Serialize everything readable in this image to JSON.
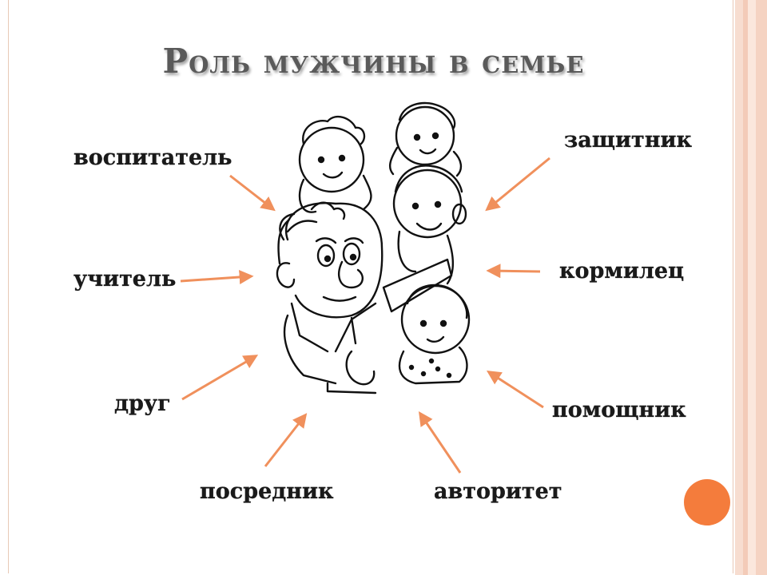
{
  "title": "Роль мужчины в семье",
  "colors": {
    "arrow": "#f0905c",
    "accent": "#f47c3c",
    "title": "#5a5a5a"
  },
  "illustration": "father-with-children-icon",
  "roles": {
    "vospitatel": "воспитатель",
    "uchitel": "учитель",
    "drug": "друг",
    "posrednik": "посредник",
    "avtoritet": "авторитет",
    "pomoshchnik": "помощник",
    "kormilets": "кормилец",
    "zashchitnik": "защитник"
  }
}
